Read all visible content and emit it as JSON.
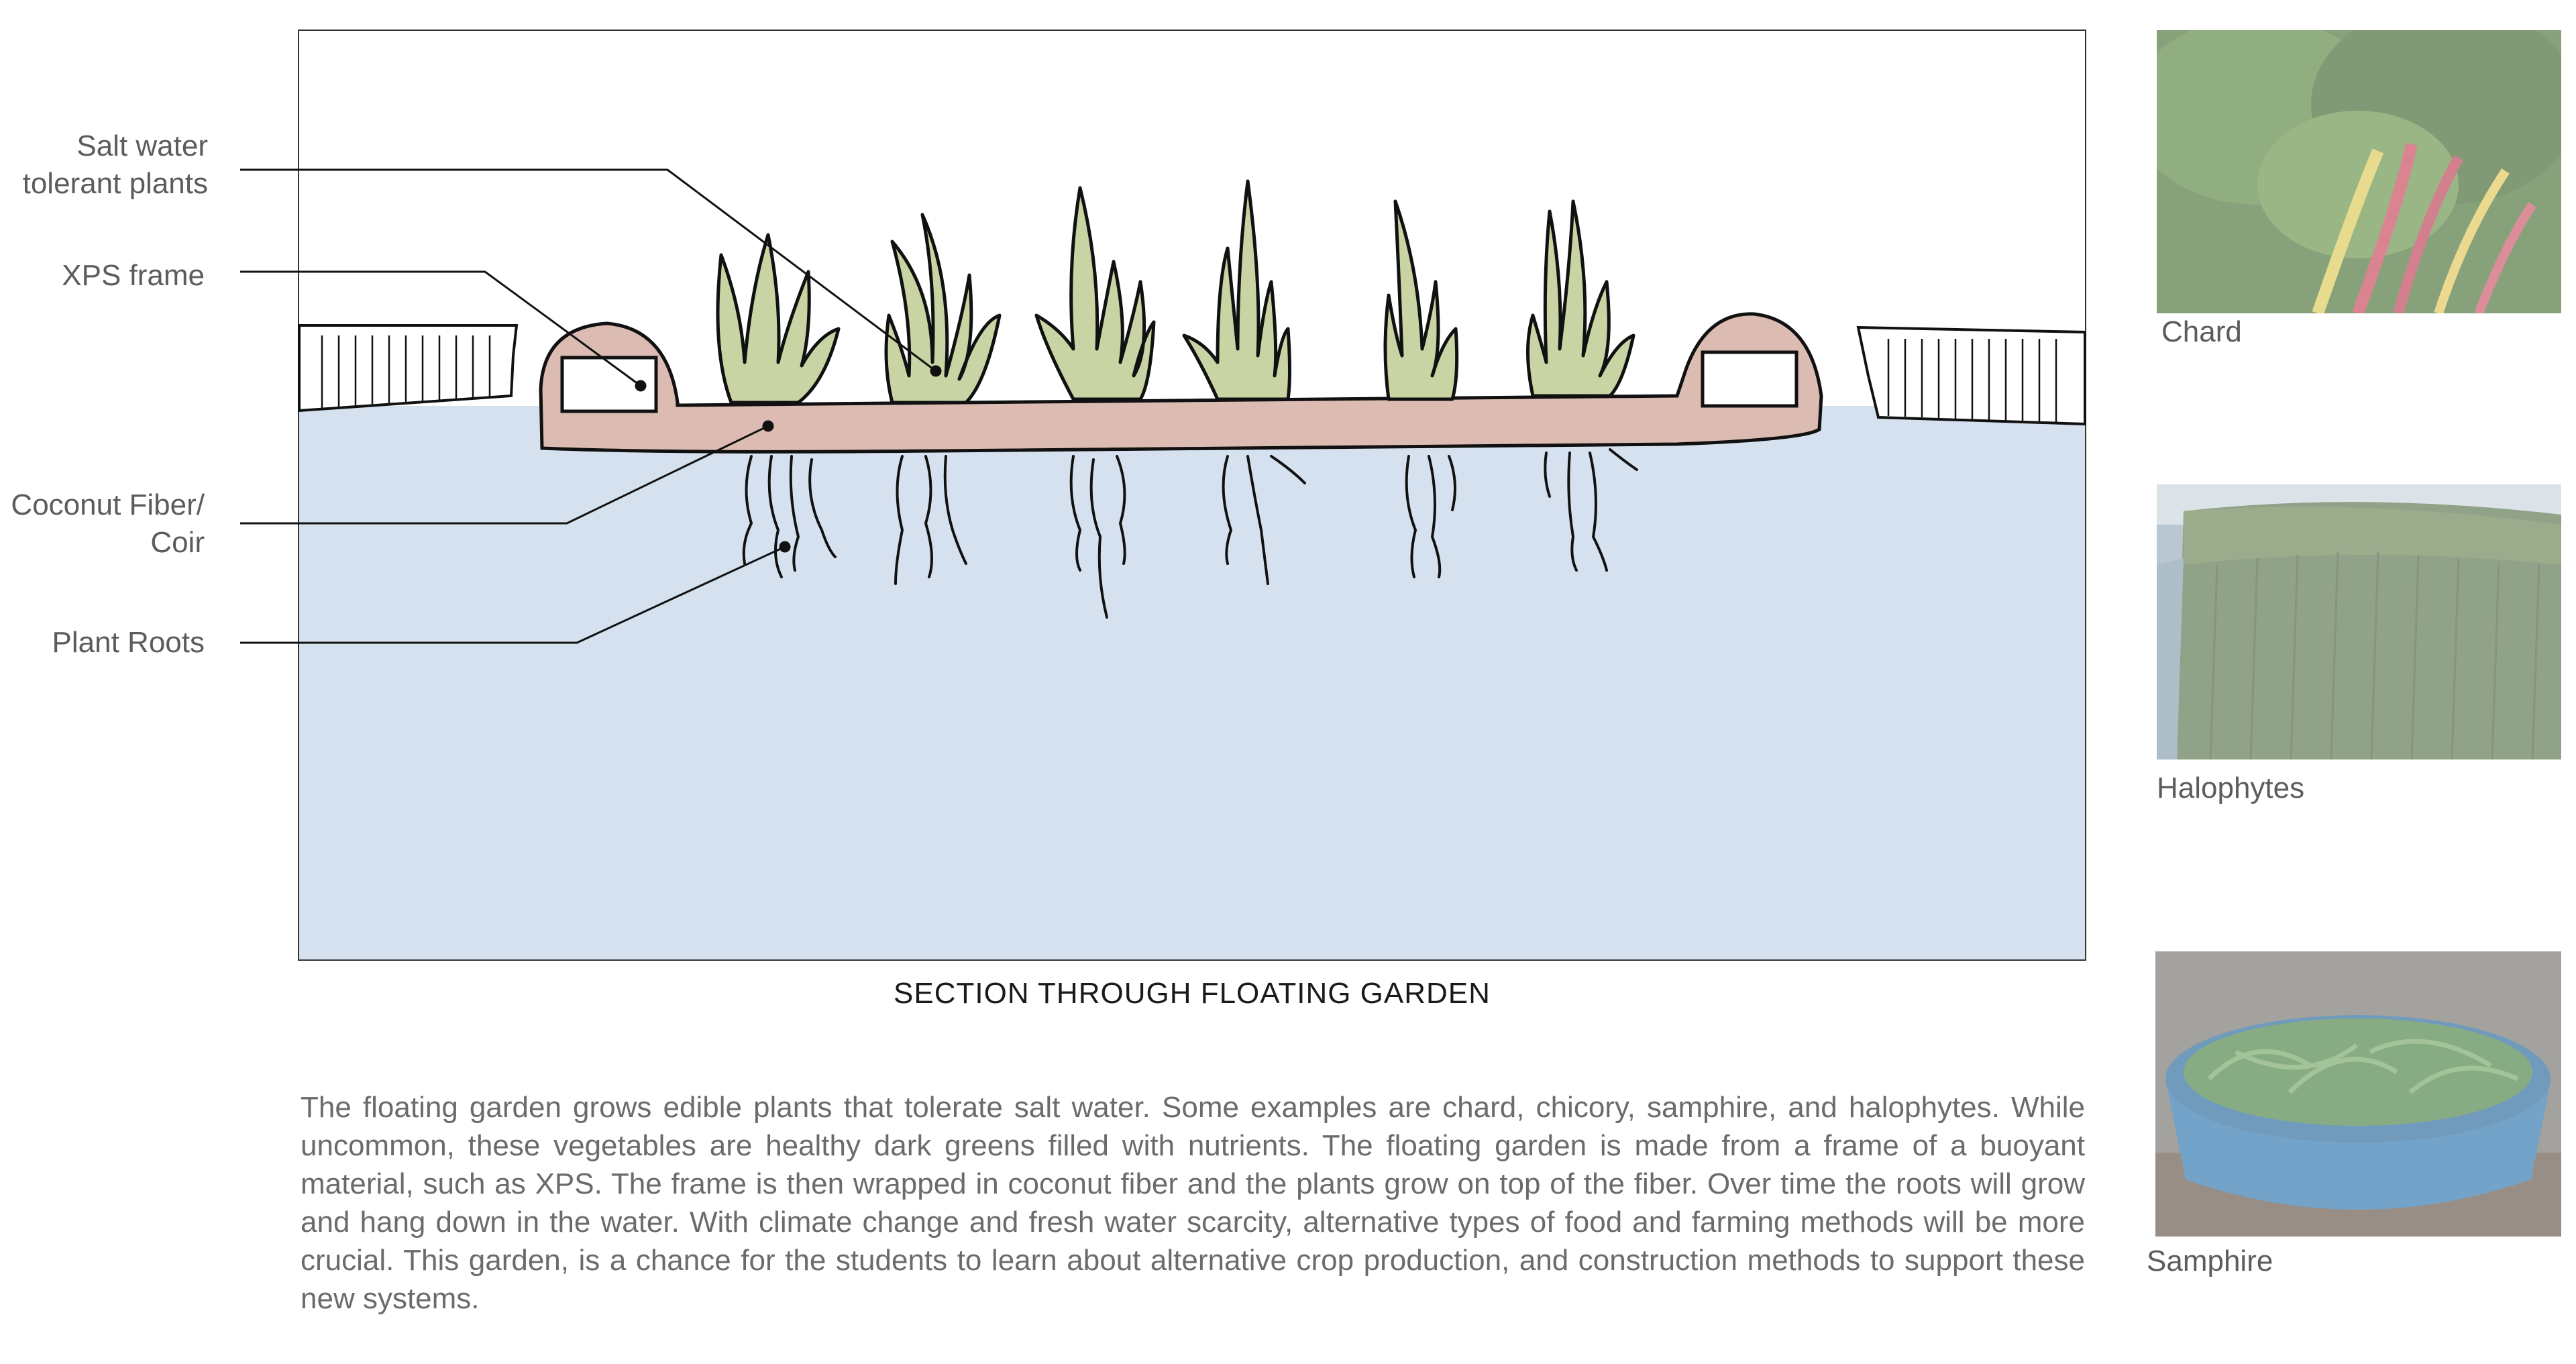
{
  "labels": {
    "salt_plants": "Salt water\ntolerant plants",
    "xps_frame": "XPS frame",
    "coconut_fiber": "Coconut Fiber/\nCoir",
    "plant_roots": "Plant Roots"
  },
  "section_title": "SECTION THROUGH FLOATING GARDEN",
  "description": "The floating garden grows edible plants that tolerate salt water. Some examples are chard, chicory, samphire, and halophytes. While uncommon, these vegetables are healthy dark greens filled with nutrients. The floating garden is made from a frame of a buoyant material, such as XPS. The frame is then wrapped in coconut fiber and the plants grow on top of the fiber. Over time the roots will grow and hang down in the water. With climate change and fresh water scarcity, alternative types of food and farming methods will be more crucial. This garden, is a chance for the students to learn about alternative crop production, and construction methods to support these new systems.",
  "photos": [
    {
      "caption": "Chard",
      "icon": "chard-photo"
    },
    {
      "caption": "Halophytes",
      "icon": "halophytes-photo"
    },
    {
      "caption": "Samphire",
      "icon": "samphire-photo"
    }
  ],
  "colors": {
    "water": "#d6e1f0",
    "frame": "#dcbcb2",
    "plant": "#c8d4a3",
    "stroke": "#111111"
  }
}
